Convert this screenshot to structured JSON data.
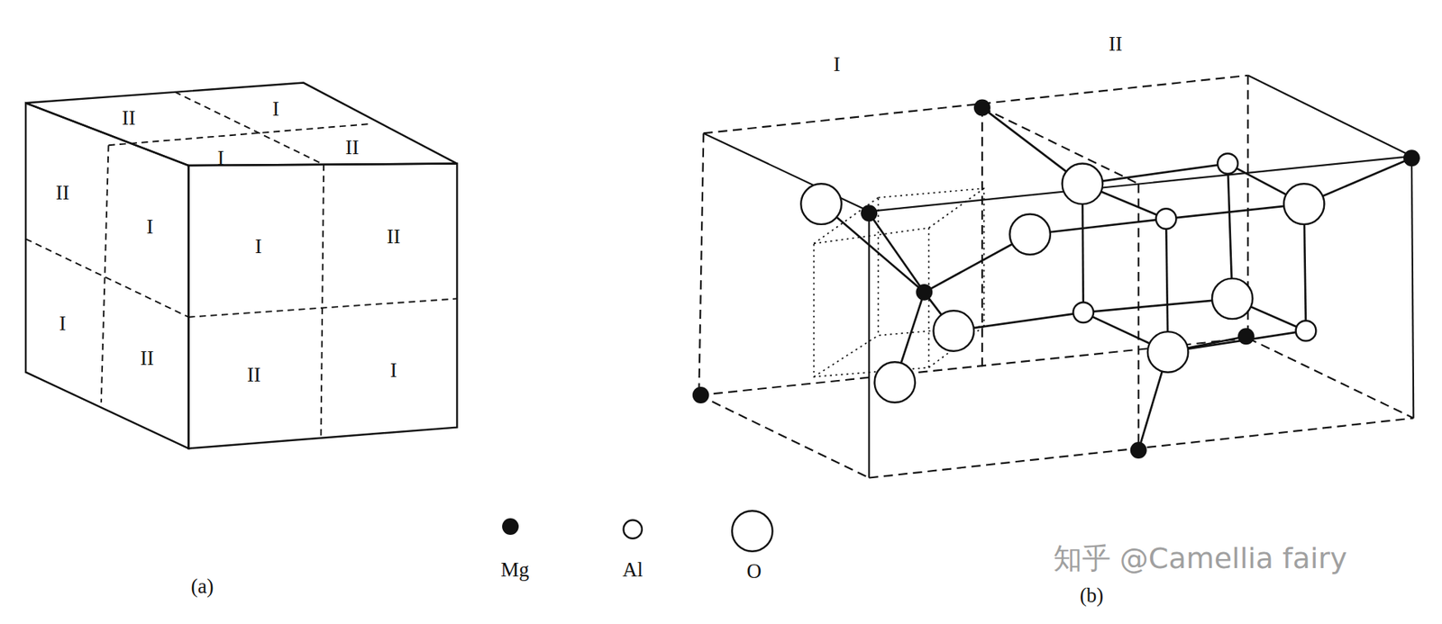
{
  "diagram": {
    "labels": [
      "II",
      "I",
      "I",
      "II",
      "II",
      "I",
      "I",
      "II",
      "I",
      "II",
      "II",
      "I",
      "(a)",
      "I",
      "II",
      "(b)",
      "知乎 @Camellia fairy"
    ],
    "legend": [
      {
        "text": "Mg"
      },
      {
        "text": "Al"
      },
      {
        "text": "O"
      }
    ]
  }
}
